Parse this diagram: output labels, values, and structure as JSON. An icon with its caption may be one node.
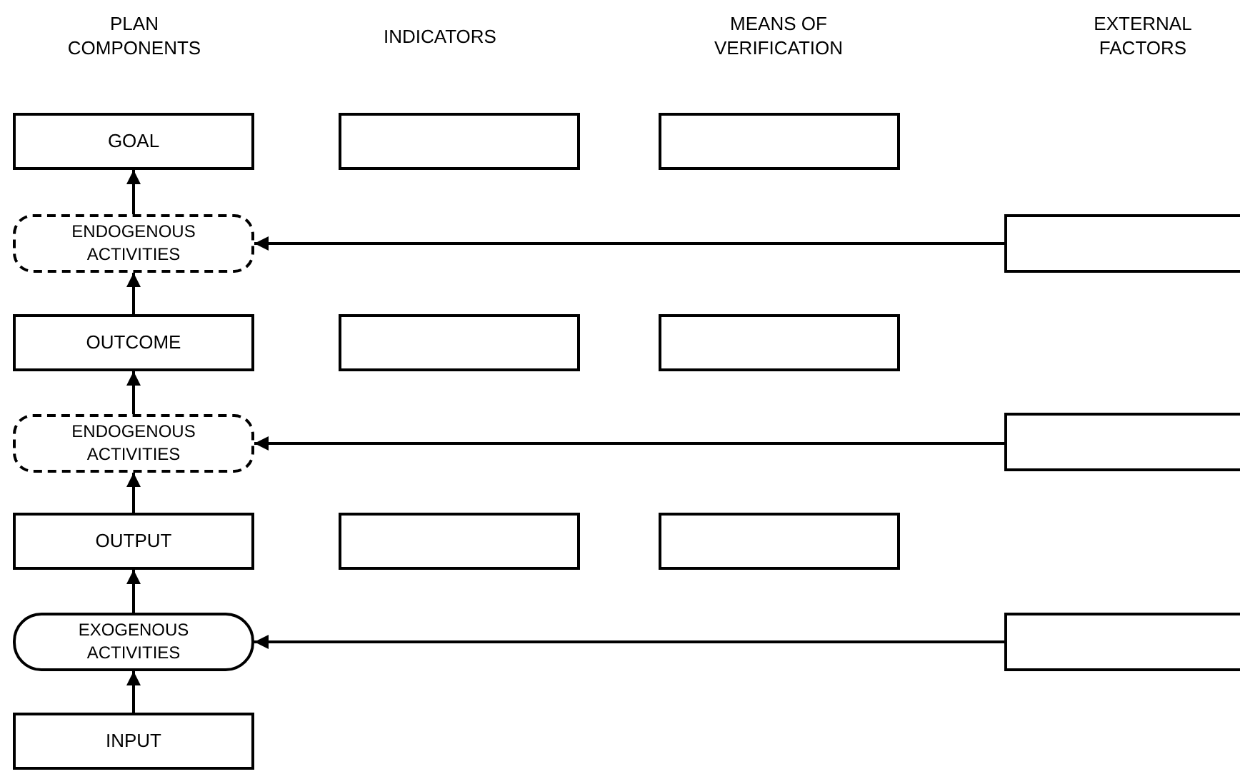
{
  "diagram": {
    "nodes": [
      {
        "text": [
          "GOAL"
        ]
      },
      {
        "text": [],
        "shape": "box"
      },
      {
        "text": [],
        "shape": "box"
      },
      {
        "text": [
          "ENDOGENOUS ACTIVITIES"
        ]
      },
      {
        "text": [],
        "shape": "box"
      },
      {
        "text": [
          "OUTCOME"
        ]
      },
      {
        "text": [],
        "shape": "box"
      },
      {
        "text": [],
        "shape": "box"
      },
      {
        "text": [
          "ENDOGENOUS ACTIVITIES"
        ]
      },
      {
        "text": [],
        "shape": "box"
      },
      {
        "text": [
          "OUTPUT"
        ]
      },
      {
        "text": [],
        "shape": "box"
      },
      {
        "text": [],
        "shape": "box"
      },
      {
        "text": [
          "EXOGENOUS ACTIVITIES"
        ]
      },
      {
        "text": [],
        "shape": "box"
      },
      {
        "text": [
          "INPUT"
        ]
      }
    ],
    "edges": [
      {
        "from": 15,
        "to": 13,
        "arrow": "to"
      },
      {
        "from": 13,
        "to": 10,
        "arrow": "to"
      },
      {
        "from": 10,
        "to": 8,
        "arrow": "to"
      },
      {
        "from": 8,
        "to": 5,
        "arrow": "to"
      },
      {
        "from": 5,
        "to": 3,
        "arrow": "to"
      },
      {
        "from": 3,
        "to": 0,
        "arrow": "to"
      },
      {
        "from": 4,
        "to": 3,
        "arrow": "to"
      },
      {
        "from": 9,
        "to": 8,
        "arrow": "to"
      },
      {
        "from": 14,
        "to": 13,
        "arrow": "to"
      }
    ],
    "labels": [
      "PLAN COMPONENTS",
      "INDICATORS",
      "MEANS OF VERIFICATION",
      "EXTERNAL FACTORS"
    ]
  }
}
